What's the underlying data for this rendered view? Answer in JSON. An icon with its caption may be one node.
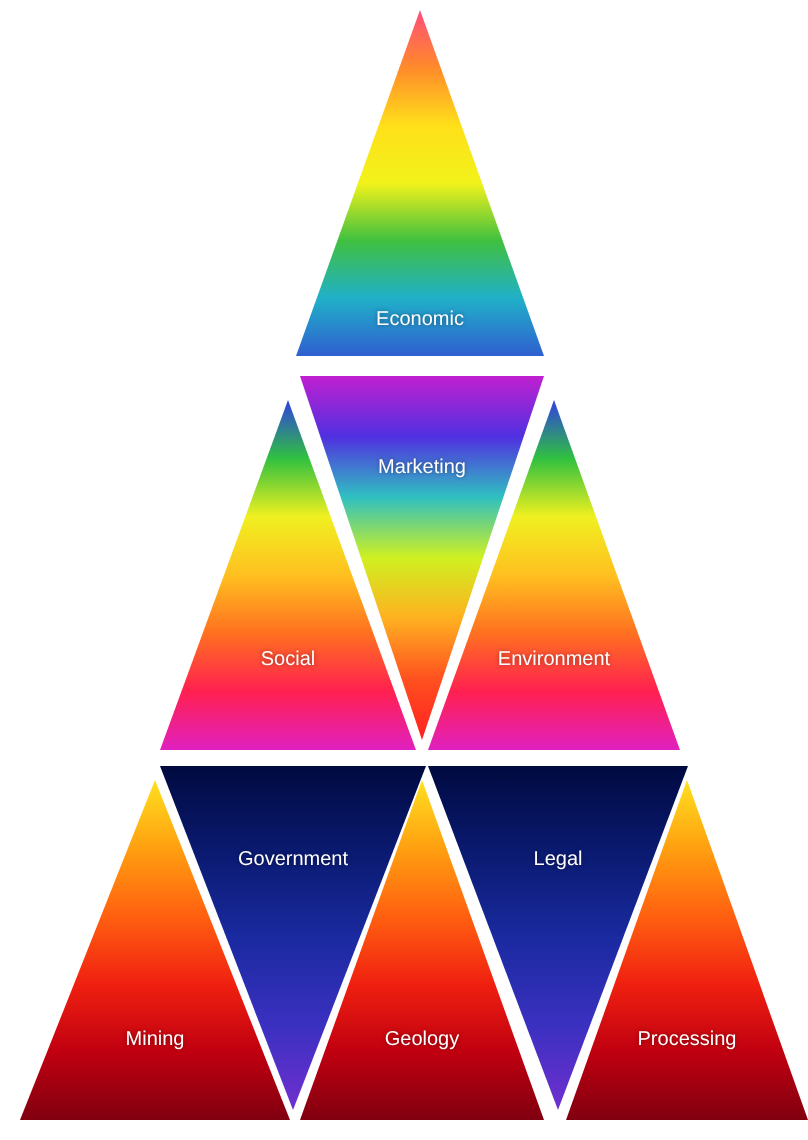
{
  "diagram": {
    "nodes": [
      {
        "text": [
          "Economic"
        ]
      },
      {
        "text": [
          "Marketing"
        ]
      },
      {
        "text": [
          "Social"
        ]
      },
      {
        "text": [
          "Environment"
        ]
      },
      {
        "text": [
          "Government"
        ]
      },
      {
        "text": [
          "Legal"
        ]
      },
      {
        "text": [
          "Mining"
        ]
      },
      {
        "text": [
          "Geology"
        ]
      },
      {
        "text": [
          "Processing"
        ]
      }
    ]
  }
}
